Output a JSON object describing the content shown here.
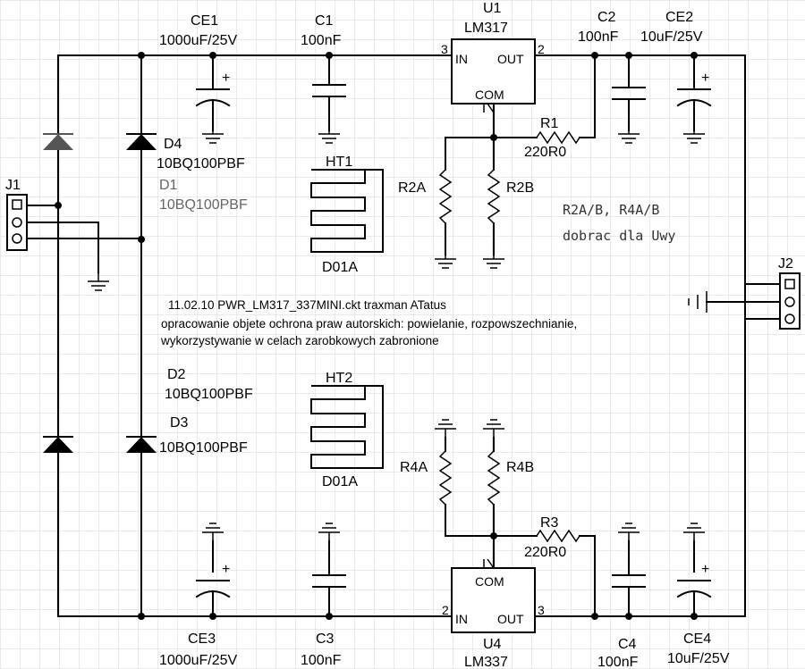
{
  "grid_color": "#d4d4d4",
  "labels": {
    "ce1_ref": "CE1",
    "ce1_val": "1000uF/25V",
    "c1_ref": "C1",
    "c1_val": "100nF",
    "u1_ref": "U1",
    "u1_val": "LM317",
    "c2_ref": "C2",
    "c2_val": "100nF",
    "ce2_ref": "CE2",
    "ce2_val": "10uF/25V",
    "u1_in": "IN",
    "u1_out": "OUT",
    "u1_com": "COM",
    "u1_pin3": "3",
    "u1_pin2": "2",
    "r1_ref": "R1",
    "r1_val": "220R0",
    "d4_ref": "D4",
    "d4_val": "10BQ100PBF",
    "d1_ref": "D1",
    "d1_val": "10BQ100PBF",
    "j1_ref": "J1",
    "ht1_ref": "HT1",
    "ht1_val": "D01A",
    "r2a_ref": "R2A",
    "r2b_ref": "R2B",
    "note_line1": "R2A/B, R4A/B",
    "note_line2": "dobrac dla Uwy",
    "j2_ref": "J2",
    "title_line1": "11.02.10 PWR_LM317_337MINI.ckt  traxman ATatus",
    "title_line2": "opracowanie objete ochrona praw autorskich: powielanie, rozpowszechnianie,",
    "title_line3": "wykorzystywanie w celach zarobkowych zabronione",
    "d2_ref": "D2",
    "d2_val": "10BQ100PBF",
    "d3_ref": "D3",
    "d3_val": "10BQ100PBF",
    "ht2_ref": "HT2",
    "ht2_val": "D01A",
    "r4a_ref": "R4A",
    "r4b_ref": "R4B",
    "r3_ref": "R3",
    "r3_val": "220R0",
    "u4_com": "COM",
    "u4_in": "IN",
    "u4_out": "OUT",
    "u4_pin2": "2",
    "u4_pin3": "3",
    "ce3_ref": "CE3",
    "ce3_val": "1000uF/25V",
    "c3_ref": "C3",
    "c3_val": "100nF",
    "u4_ref": "U4",
    "u4_val": "LM337",
    "c4_ref": "C4",
    "c4_val": "100nF",
    "ce4_ref": "CE4",
    "ce4_val": "10uF/25V",
    "plus": "+"
  }
}
